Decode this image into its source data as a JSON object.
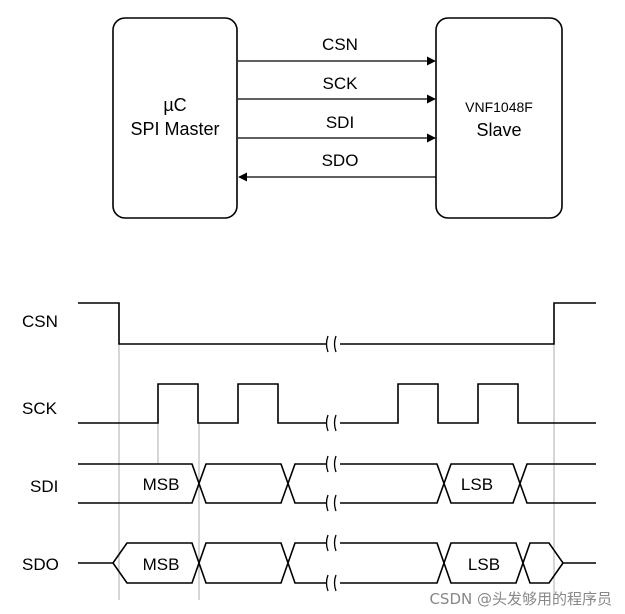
{
  "block_diagram": {
    "master": {
      "line1": "µC",
      "line2": "SPI Master"
    },
    "slave": {
      "line1": "VNF1048F",
      "line2": "Slave"
    },
    "signals": [
      {
        "label": "CSN",
        "direction": "to-slave"
      },
      {
        "label": "SCK",
        "direction": "to-slave"
      },
      {
        "label": "SDI",
        "direction": "to-slave"
      },
      {
        "label": "SDO",
        "direction": "to-master"
      }
    ]
  },
  "timing": {
    "rows": [
      {
        "label": "CSN"
      },
      {
        "label": "SCK"
      },
      {
        "label": "SDI"
      },
      {
        "label": "SDO"
      }
    ],
    "sdi_first_bit": "MSB",
    "sdi_last_bit": "LSB",
    "sdo_first_bit": "MSB",
    "sdo_last_bit": "LSB"
  },
  "watermark": "CSDN @头发够用的程序员"
}
